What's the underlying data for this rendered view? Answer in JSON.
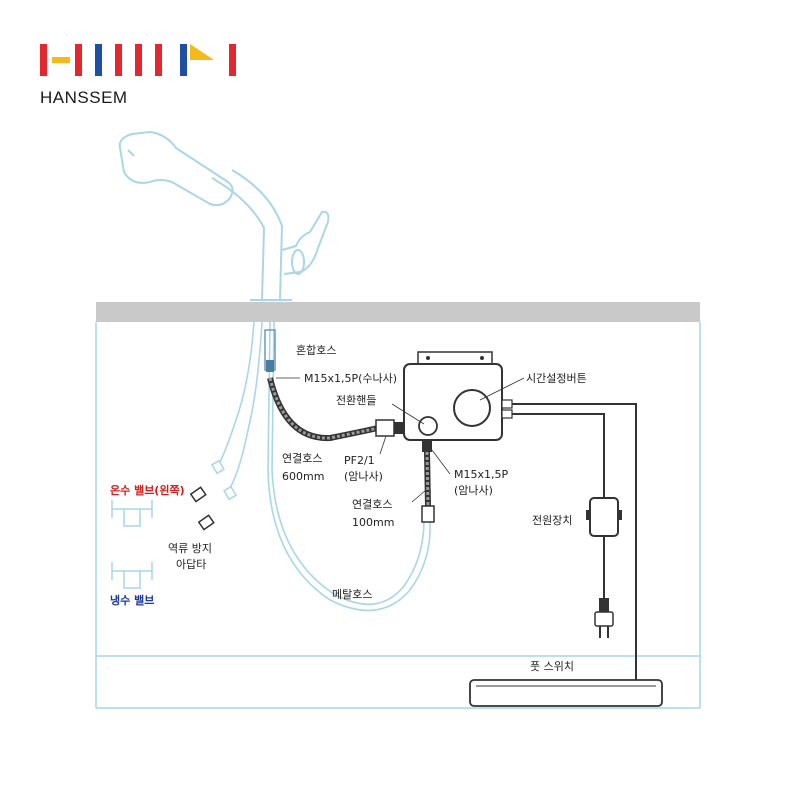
{
  "brand": {
    "name": "HANSSEM",
    "logo_colors": {
      "red": "#e5262e",
      "yellow": "#f6b91b",
      "blue": "#1f4fa3"
    }
  },
  "colors": {
    "line_light_blue": "#a9d6e8",
    "line_dark": "#333333",
    "counter_gray": "#c9c9c9",
    "hot_label": "#d0201f",
    "cold_label": "#1b3a9a"
  },
  "labels": {
    "mixing_hose": "혼합호스",
    "m15_male": "M15x1,5P(수나사)",
    "switch_handle": "전환핸들",
    "timer_button": "시간설정버튼",
    "connect_hose_600": "연결호스",
    "connect_hose_600_len": "600mm",
    "pf21": "PF2/1",
    "pf21_female": "(암나사)",
    "m15_female": "M15x1,5P",
    "m15_female_sub": "(암나사)",
    "connect_hose_100": "연결호스",
    "connect_hose_100_len": "100mm",
    "power_unit": "전원장치",
    "hot_valve": "온수 밸브(왼쪽)",
    "check_adapter_1": "역류 방지",
    "check_adapter_2": "아답타",
    "cold_valve": "냉수 밸브",
    "metal_hose": "메탈호스",
    "foot_switch": "풋 스위치"
  }
}
